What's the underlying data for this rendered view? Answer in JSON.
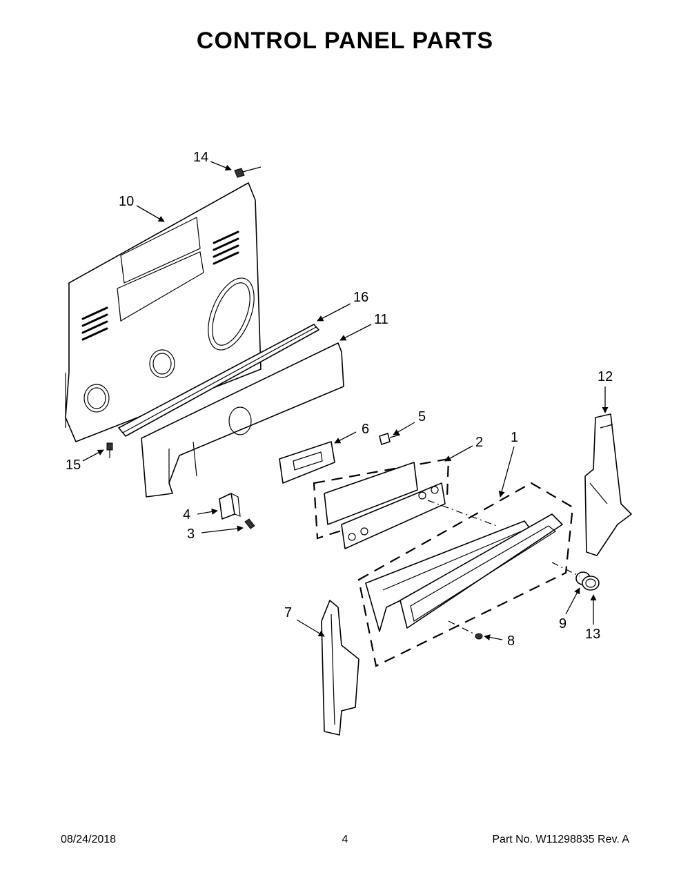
{
  "title": "CONTROL PANEL PARTS",
  "footer": {
    "date": "08/24/2018",
    "page": "4",
    "part_no": "Part No.  W11298835  Rev.  A"
  },
  "callouts": [
    "14",
    "10",
    "16",
    "11",
    "12",
    "6",
    "5",
    "2",
    "1",
    "15",
    "4",
    "3",
    "7",
    "9",
    "13",
    "8"
  ]
}
